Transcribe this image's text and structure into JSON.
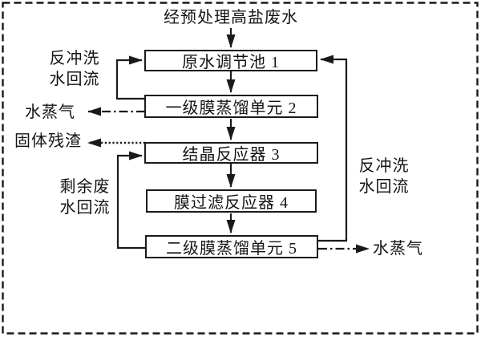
{
  "figure": {
    "feed_label": "经预处理高盐废水",
    "boxes": [
      {
        "label": "原水调节池 1"
      },
      {
        "label": "一级膜蒸馏单元 2"
      },
      {
        "label": "结晶反应器 3"
      },
      {
        "label": "膜过滤反应器 4"
      },
      {
        "label": "二级膜蒸馏单元 5"
      }
    ],
    "side_labels": {
      "left_backwash": "反冲洗\n水回流",
      "left_vapor": "水蒸气",
      "left_residue": "固体残渣",
      "left_residual_reflux": "剩余废\n水回流",
      "right_backwash": "反冲洗\n水回流",
      "right_vapor": "水蒸气"
    },
    "connections": [
      {
        "from": "feed",
        "to": "原水调节池 1",
        "style": "solid-arrow"
      },
      {
        "from": "原水调节池 1",
        "to": "一级膜蒸馏单元 2",
        "style": "solid-arrow"
      },
      {
        "from": "一级膜蒸馏单元 2",
        "to": "结晶反应器 3",
        "style": "solid-arrow"
      },
      {
        "from": "结晶反应器 3",
        "to": "膜过滤反应器 4",
        "style": "solid-arrow"
      },
      {
        "from": "膜过滤反应器 4",
        "to": "二级膜蒸馏单元 5",
        "style": "solid-arrow"
      },
      {
        "from": "一级膜蒸馏单元 2",
        "to": "原水调节池 1",
        "style": "solid-arrow",
        "label": "反冲洗水回流"
      },
      {
        "from": "一级膜蒸馏单元 2",
        "to": "水蒸气(左)",
        "style": "dash-dot-arrow"
      },
      {
        "from": "结晶反应器 3",
        "to": "固体残渣",
        "style": "dotted-arrow"
      },
      {
        "from": "二级膜蒸馏单元 5",
        "to": "结晶反应器 3",
        "style": "solid-arrow",
        "label": "剩余废水回流"
      },
      {
        "from": "二级膜蒸馏单元 5",
        "to": "原水调节池 1",
        "style": "solid-arrow",
        "label": "反冲洗水回流"
      },
      {
        "from": "二级膜蒸馏单元 5",
        "to": "水蒸气(右)",
        "style": "dash-dot-arrow"
      }
    ],
    "colors": {
      "line": "#1a1a1a",
      "background": "#ffffff"
    }
  }
}
